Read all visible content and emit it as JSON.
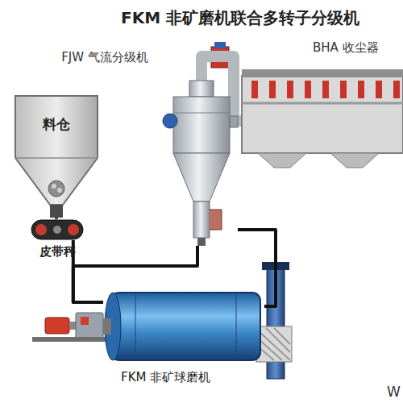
{
  "diagram": {
    "title": "FKM 非矿磨机联合多转子分级机",
    "nodes": [
      {
        "text": [
          "料仓"
        ]
      },
      {
        "text": [
          "皮带秤"
        ]
      },
      {
        "text": [
          "FJW 气流分级机"
        ]
      },
      {
        "text": [
          "BHA 收尘器"
        ]
      },
      {
        "text": [
          "FKM 非矿球磨机"
        ]
      }
    ],
    "edges": [
      {
        "from": 0,
        "to": 1,
        "arrow": "none"
      },
      {
        "from": 1,
        "to": 4,
        "arrow": "none"
      },
      {
        "from": 2,
        "to": 4,
        "arrow": "none"
      },
      {
        "from": 4,
        "to": 2,
        "arrow": "none"
      },
      {
        "from": 2,
        "to": 3,
        "arrow": "none"
      }
    ],
    "labels": [
      "W"
    ]
  }
}
